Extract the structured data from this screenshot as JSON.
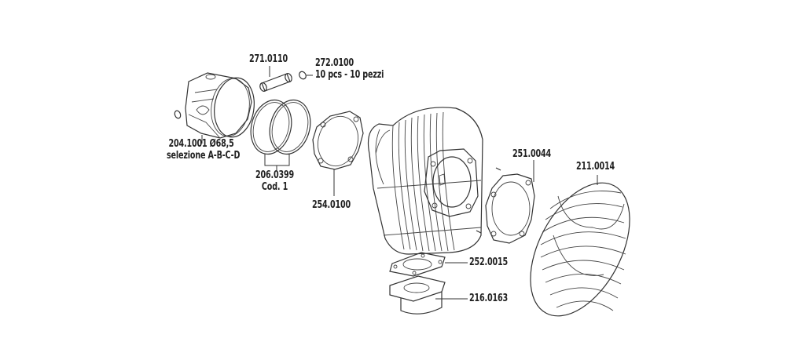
{
  "diagram": {
    "type": "exploded-parts-view",
    "subject": "cylinder kit",
    "parts": [
      {
        "id": "piston",
        "code": "204.1001",
        "lines": [
          "204.1001 Ø68,5",
          "selezione A-B-C-D"
        ]
      },
      {
        "id": "piston-pin",
        "code": "271.0110",
        "lines": [
          "271.0110"
        ]
      },
      {
        "id": "circlip",
        "code": "272.0100",
        "lines": [
          "272.0100",
          "10 pcs - 10 pezzi"
        ]
      },
      {
        "id": "piston-rings",
        "code": "206.0399",
        "lines": [
          "206.0399",
          "Cod. 1"
        ]
      },
      {
        "id": "base-gasket",
        "code": "254.0100",
        "lines": [
          "254.0100"
        ]
      },
      {
        "id": "head-gasket",
        "code": "251.0044",
        "lines": [
          "251.0044"
        ]
      },
      {
        "id": "cylinder-head",
        "code": "211.0014",
        "lines": [
          "211.0014"
        ]
      },
      {
        "id": "intake-gasket",
        "code": "252.0015",
        "lines": [
          "252.0015"
        ]
      },
      {
        "id": "intake-manifold",
        "code": "216.0163",
        "lines": [
          "216.0163"
        ]
      }
    ]
  }
}
